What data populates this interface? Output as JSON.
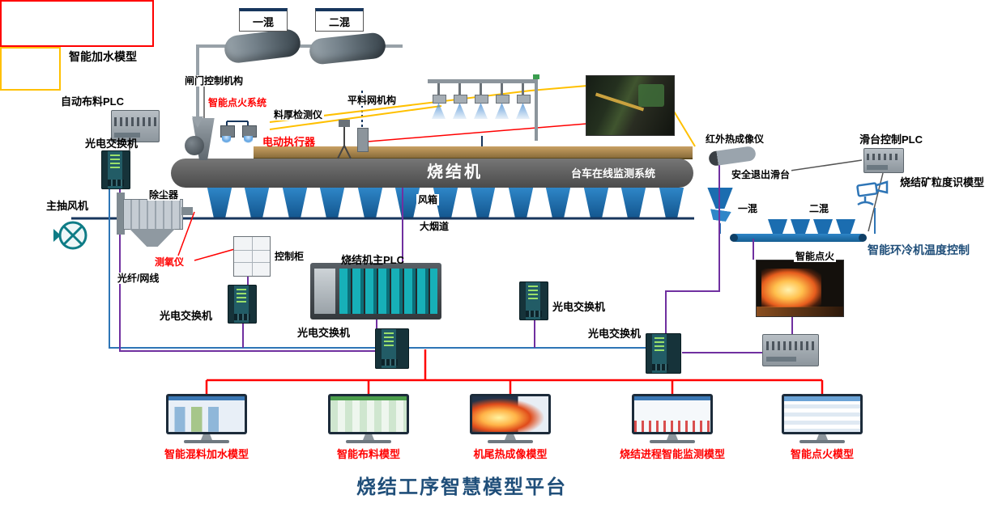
{
  "title": "烧结工序智慧模型平台",
  "colors": {
    "accent_red": "#ff0000",
    "highlight_yellow": "#ffc000",
    "machine_gray": "#5a5a5a",
    "windbox_blue": "#1b6db0",
    "title_navy": "#1f4e79",
    "cable_purple": "#7030a0",
    "network_blue": "#2e75b6"
  },
  "top": {
    "mixer1_label": "一混",
    "mixer2_label": "二混",
    "water_model_label": "智能加水模型",
    "gate_control_label": "闸门控制机构",
    "distribution_plc_label": "自动布料PLC",
    "ignition_system_label": "智能点火系统",
    "thickness_detector_label": "料厚检测仪",
    "leveling_mechanism_label": "平料网机构",
    "actuator_label": "电动执行器"
  },
  "machine": {
    "name": "烧结机",
    "trolley_monitor_label": "台车在线监测系统",
    "windbox_label": "风箱",
    "flue_label": "大烟道"
  },
  "left": {
    "optical_switch_label": "光电交换机",
    "main_fan_label": "主抽风机",
    "dust_collector_label": "除尘器",
    "oxygen_meter_label": "测氧仪",
    "fiber_label": "光纤/网线",
    "switch_mid_label": "光电交换机",
    "control_cabinet_label": "控制柜",
    "main_plc_label": "烧结机主PLC",
    "switch_center_label": "光电交换机"
  },
  "right": {
    "switch_right_mid_label": "光电交换机",
    "switch_right_label": "光电交换机",
    "thermal_imager_label": "红外热成像仪",
    "slide_plc_label": "滑台控制PLC",
    "safe_exit_label": "安全退出滑台",
    "particle_model_label": "烧结矿粒度识模型",
    "mixer1_label": "一混",
    "mixer2_label": "二混",
    "cooler_control_label": "智能环冷机温度控制",
    "ignition_label": "智能点火"
  },
  "monitors": [
    {
      "label": "智能混料加水模型"
    },
    {
      "label": "智能布料模型"
    },
    {
      "label": "机尾热成像模型"
    },
    {
      "label": "烧结进程智能监测模型"
    },
    {
      "label": "智能点火模型"
    }
  ]
}
